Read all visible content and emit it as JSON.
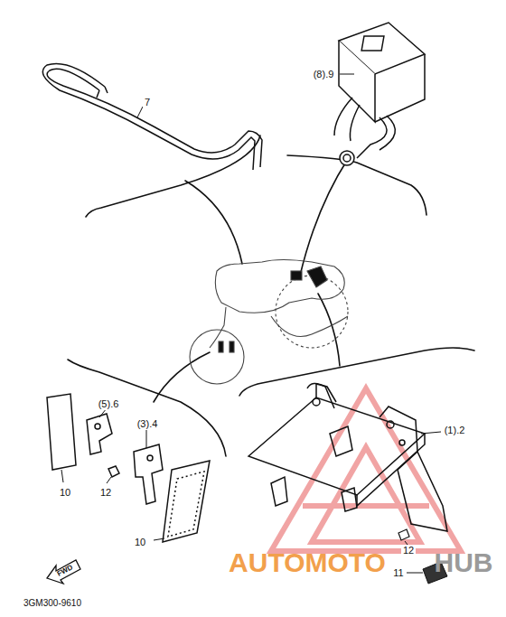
{
  "diagram": {
    "labels": [
      "7",
      "(8).9",
      "(5).6",
      "(3).4",
      "10",
      "12",
      "10",
      "(1).2",
      "12",
      "11",
      "FWD",
      "3GM300-9610",
      "AUTOMOTO",
      "HUB"
    ]
  }
}
